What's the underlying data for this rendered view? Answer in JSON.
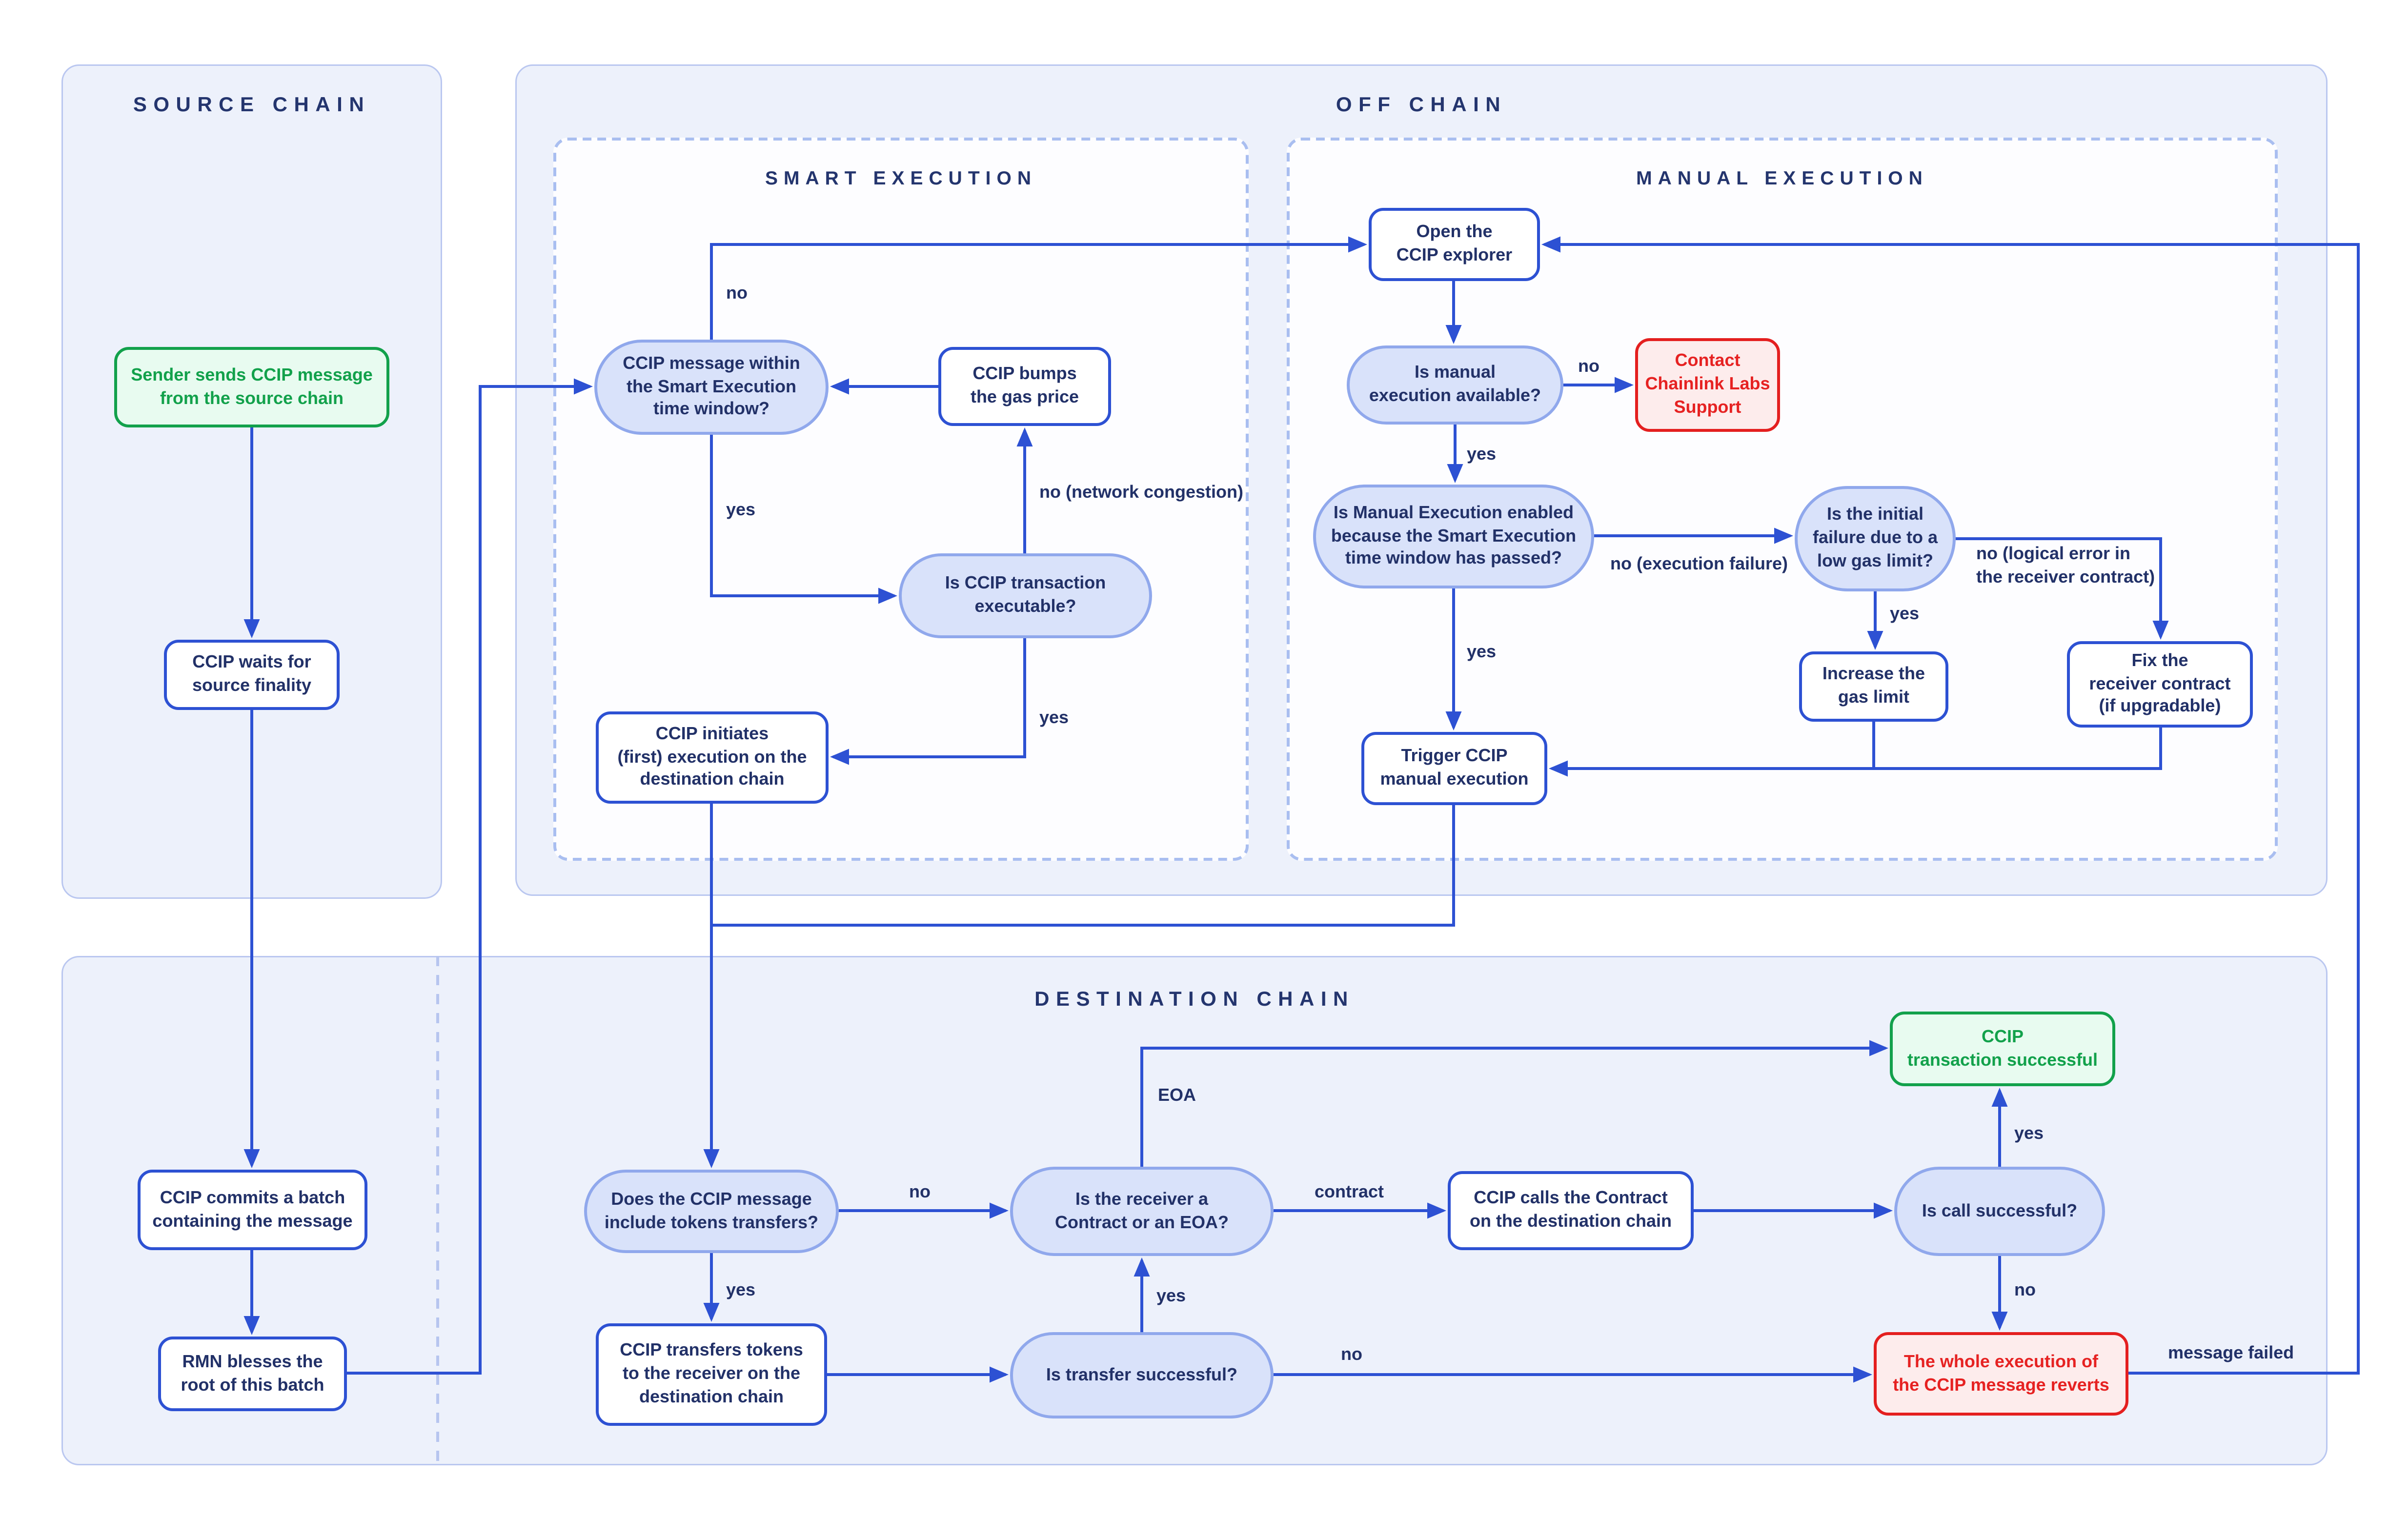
{
  "sections": {
    "source": "SOURCE CHAIN",
    "off_chain": "OFF CHAIN",
    "smart": "SMART EXECUTION",
    "manual": "MANUAL EXECUTION",
    "destination": "DESTINATION CHAIN"
  },
  "nodes": {
    "sender": "Sender sends CCIP message\nfrom the source chain",
    "waits": "CCIP waits for\nsource finality",
    "commits": "CCIP commits a batch\ncontaining the message",
    "rmn": "RMN blesses the\nroot of this batch",
    "msg_window": "CCIP message within\nthe Smart Execution\ntime window?",
    "bumps": "CCIP bumps\nthe gas price",
    "executable": "Is CCIP transaction\nexecutable?",
    "initiates": "CCIP initiates\n(first) execution on the\ndestination chain",
    "open_explorer": "Open the\nCCIP explorer",
    "manual_available": "Is manual\nexecution available?",
    "contact_support": "Contact\nChainlink Labs\nSupport",
    "manual_enabled": "Is Manual Execution enabled\nbecause the Smart Execution\ntime window has passed?",
    "initial_failure": "Is the initial\nfailure due to a\nlow gas limit?",
    "increase_gas": "Increase the\ngas limit",
    "fix_receiver": "Fix the\nreceiver contract\n(if upgradable)",
    "trigger_manual": "Trigger CCIP\nmanual execution",
    "tokens_transfers": "Does the CCIP message\ninclude tokens transfers?",
    "receiver_type": "Is the receiver a\nContract or an EOA?",
    "ccip_calls": "CCIP calls the Contract\non the destination chain",
    "call_successful": "Is call successful?",
    "tx_successful": "CCIP\ntransaction successful",
    "transfers_tokens": "CCIP transfers tokens\nto the receiver on the\ndestination chain",
    "transfer_successful": "Is transfer successful?",
    "reverts": "The whole execution of\nthe CCIP message reverts"
  },
  "edge_labels": {
    "no_time_window": "no",
    "yes_time_window": "yes",
    "no_network_congestion": "no (network congestion)",
    "yes_executable": "yes",
    "no_manual_available": "no",
    "yes_manual_available": "yes",
    "no_execution_failure": "no (execution failure)",
    "yes_window_passed": "yes",
    "yes_low_gas_limit": "yes",
    "no_logical_error": "no (logical error in\nthe receiver contract)",
    "no_token_transfers": "no",
    "yes_token_transfers": "yes",
    "eoa": "EOA",
    "contract": "contract",
    "yes_call": "yes",
    "no_call": "no",
    "yes_transfer": "yes",
    "no_transfer": "no",
    "message_failed": "message failed"
  },
  "colors": {
    "flow_blue": "#2d51d3",
    "stadium_fill": "#d9e2fa",
    "stadium_border": "#90a8ec",
    "node_text": "#223168",
    "title_text": "#24356e",
    "success_green": "#12a14b",
    "success_fill": "#e8fbf0",
    "error_red": "#e41f1f",
    "error_fill": "#fdecec",
    "panel_fill": "#edf1fb",
    "panel_border": "#bac7f0"
  }
}
